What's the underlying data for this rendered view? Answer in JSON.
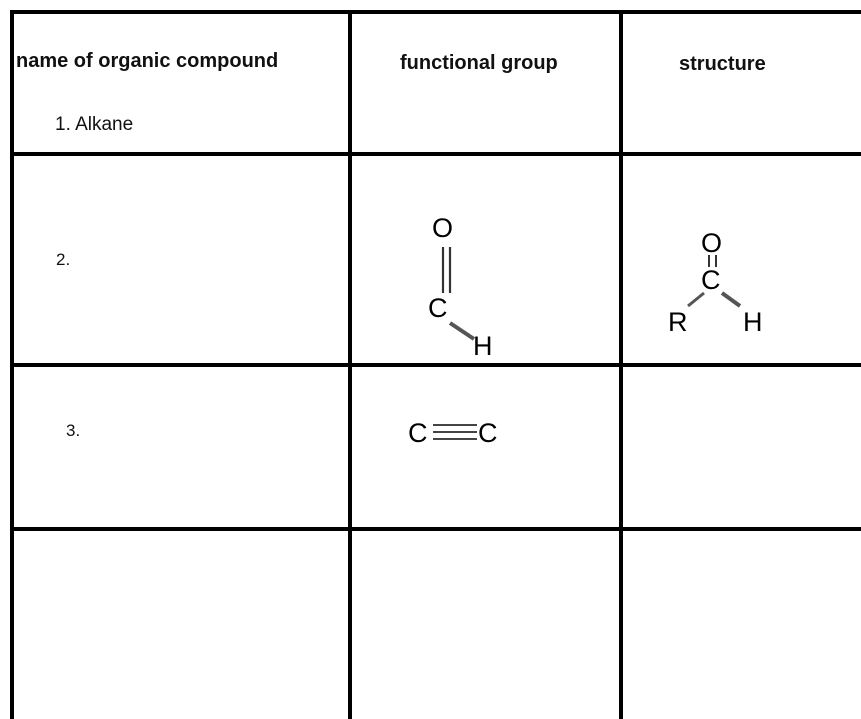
{
  "table": {
    "headers": {
      "name": "name of organic compound",
      "functional_group": "functional group",
      "structure": "structure"
    },
    "rows": [
      {
        "name": "1.  Alkane"
      },
      {
        "name": "2."
      },
      {
        "name": "3."
      },
      {
        "name": ""
      }
    ]
  },
  "chem": {
    "aldehyde_group": {
      "top": "O",
      "center": "C",
      "right": "H",
      "bond": "double"
    },
    "aldehyde_structure": {
      "top": "O",
      "center": "C",
      "left": "R",
      "right": "H",
      "bond": "double"
    },
    "alkyne_group": {
      "left": "C",
      "right": "C",
      "bond": "triple"
    }
  }
}
